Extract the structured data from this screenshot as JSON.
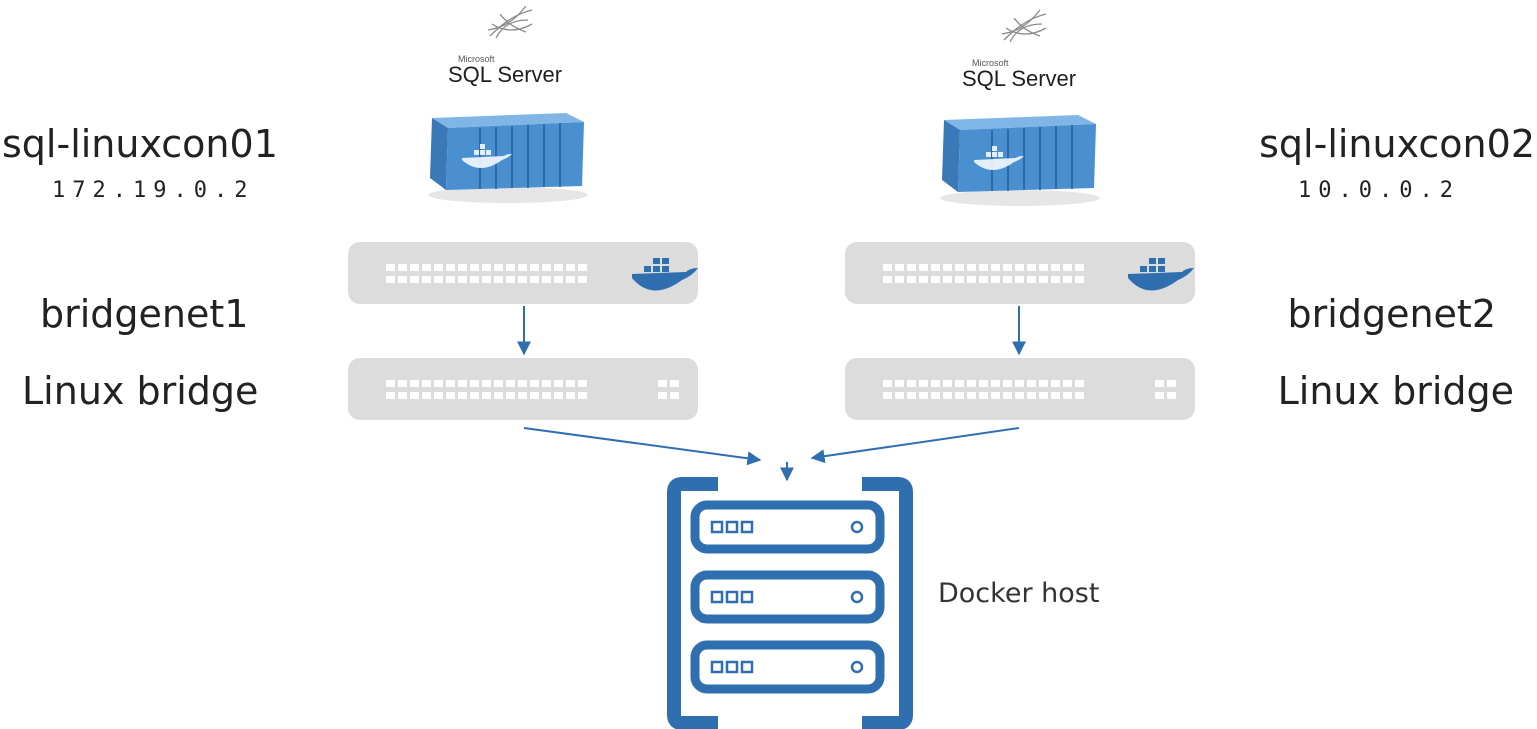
{
  "left": {
    "container_name": "sql-linuxcon01",
    "ip": "172.19.0.2",
    "network_name": "bridgenet1",
    "bridge_label": "Linux bridge",
    "logo": {
      "vendor": "Microsoft",
      "product": "SQL Server"
    }
  },
  "right": {
    "container_name": "sql-linuxcon02",
    "ip": "10.0.0.2",
    "network_name": "bridgenet2",
    "bridge_label": "Linux bridge",
    "logo": {
      "vendor": "Microsoft",
      "product": "SQL Server"
    }
  },
  "host": {
    "label": "Docker host"
  },
  "colors": {
    "accent": "#2f6fb0",
    "switch_fill": "#dcdcdc",
    "container_blue": "#4a90d0",
    "text": "#222222"
  },
  "icons": [
    "sql-server-logo",
    "docker-container-icon",
    "docker-whale-icon",
    "network-switch-icon",
    "server-rack-icon",
    "arrow-down-icon"
  ]
}
